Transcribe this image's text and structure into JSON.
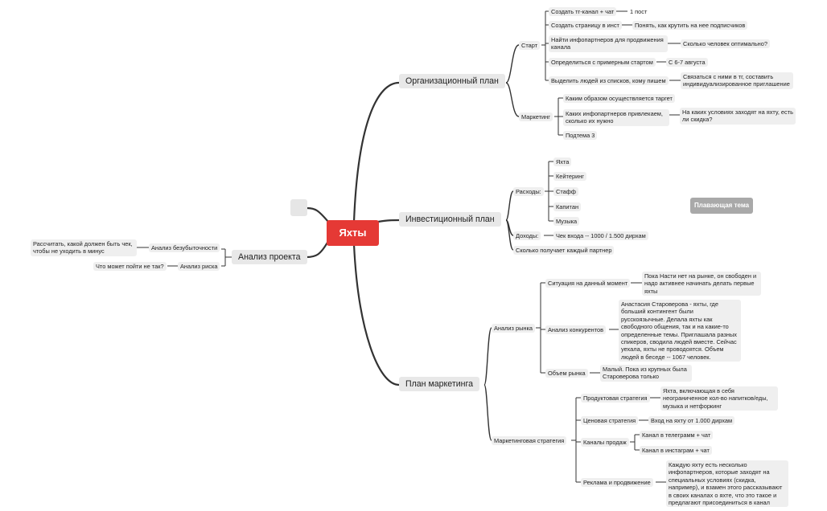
{
  "root": "Яхты",
  "floating_topic": "Плавающая тема",
  "branches": {
    "org": {
      "label": "Организационный план",
      "start": {
        "label": "Старт",
        "items": [
          {
            "label": "Создать тг-канал + чат",
            "note": "1 пост"
          },
          {
            "label": "Создать страницу в инст",
            "note": "Понять, как крутить на нее подписчиков"
          },
          {
            "label": "Найти инфопартнеров для продвижения канала",
            "note": "Сколько человек оптимально?"
          },
          {
            "label": "Определиться с примерным стартом",
            "note": "С 6-7 августа"
          },
          {
            "label": "Выделить людей из списков, кому пишем",
            "note": "Связаться с ними в тг, составить индивидуализированное приглашение"
          }
        ]
      },
      "marketing": {
        "label": "Маркетинг",
        "items": [
          {
            "label": "Каким образом осуществляется таргет"
          },
          {
            "label": "Каких инфопартнеров привлекаем, сколько их нужно",
            "note": "На каких условиях заходят на яхту, есть ли скидка?"
          },
          {
            "label": "Подтема 3"
          }
        ]
      }
    },
    "invest": {
      "label": "Инвестиционный план",
      "expenses": {
        "label": "Расходы:",
        "items": [
          "Яхта",
          "Кейтеринг",
          "Стафф",
          "Капитан",
          "Музыка"
        ]
      },
      "income": {
        "label": "Доходы:",
        "note": "Чек входа -- 1000 / 1.500 дирхам"
      },
      "partner": "Сколько получает каждый партнер"
    },
    "marketing_plan": {
      "label": "План маркетинга",
      "market_analysis": {
        "label": "Анализ рынка",
        "items": [
          {
            "label": "Ситуация на данный момент",
            "note": "Пока Насти нет на рынке, он свободен и надо активнее начинать делать первые яхты"
          },
          {
            "label": "Анализ конкурентов",
            "note": "Анастасия Староверова - яхты, где больший контингент были русскоязычные. Делала яхты как свободного общения, так и на какие-то определенные темы. Приглашала разных спикеров, сводила людей вместе. Сейчас уехала, яхты не проводоятся. Объем людей в беседе -- 1067 человек."
          },
          {
            "label": "Объем рынка",
            "note": "Малый. Пока из крупных была Староверова только"
          }
        ]
      },
      "strategy": {
        "label": "Маркетинговая стратегия",
        "product": {
          "label": "Продуктовая стратегия",
          "note": "Яхта, включающая в себя неограниченное кол-во напитков/еды, музыка и нетфоркинг"
        },
        "price": {
          "label": "Ценовая стратегия",
          "note": "Вход на яхту от 1.000 дирхам"
        },
        "channels": {
          "label": "Каналы продаж",
          "items": [
            "Канал в телеграмм + чат",
            "Канал в инстаграм + чат"
          ]
        },
        "ads": {
          "label": "Реклама и продвижение",
          "note": "Каждую яхту есть несколько инфопартнеров, которые заходят на специальных условиях (скидка, например), и взамен этого рассказывают в своих каналах о яхте, что это такое и предлагают присоединиться в канал"
        }
      }
    },
    "project_analysis": {
      "label": "Анализ проекта",
      "items": [
        {
          "label": "Анализ безубыточности",
          "note": "Рассчитать, какой должен быть чек, чтобы не уходить в минус"
        },
        {
          "label": "Анализ риска",
          "note": "Что может пойти не так?"
        }
      ]
    }
  }
}
